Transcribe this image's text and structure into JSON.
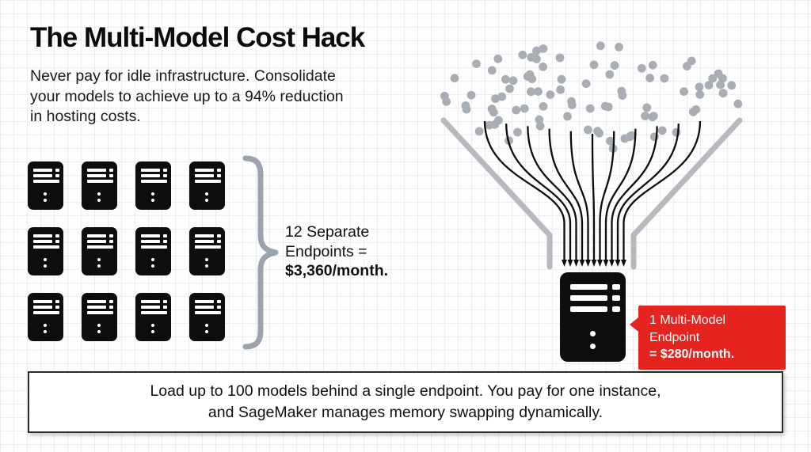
{
  "header": {
    "title": "The Multi-Model Cost Hack",
    "subtitle_line1": "Never pay for idle infrastructure. Consolidate",
    "subtitle_line2": "your models to achieve up to a 94% reduction",
    "subtitle_line3": "in hosting costs."
  },
  "separate_endpoints": {
    "server_count": 12,
    "label_line1": "12 Separate",
    "label_line2": "Endpoints =",
    "price": "$3,360/month."
  },
  "multi_model": {
    "model_dot_count": 90,
    "flow_line_count": 11,
    "callout_line1": "1 Multi-Model Endpoint",
    "callout_price": "= $280/month."
  },
  "footer": {
    "line1": "Load up to 100 models behind a single endpoint. You pay for one instance,",
    "line2": "and SageMaker manages memory swapping dynamically."
  },
  "colors": {
    "accent_red": "#e52420",
    "icon_black": "#0d0d0d",
    "muted_gray": "#a9aeb4",
    "funnel_gray": "#b6b9bd"
  },
  "icons": {
    "server": "server-tower-icon",
    "brace": "curly-brace-icon",
    "dots": "model-dot-icon",
    "arrows": "arrow-down-icon",
    "pointer": "callout-pointer-icon"
  }
}
